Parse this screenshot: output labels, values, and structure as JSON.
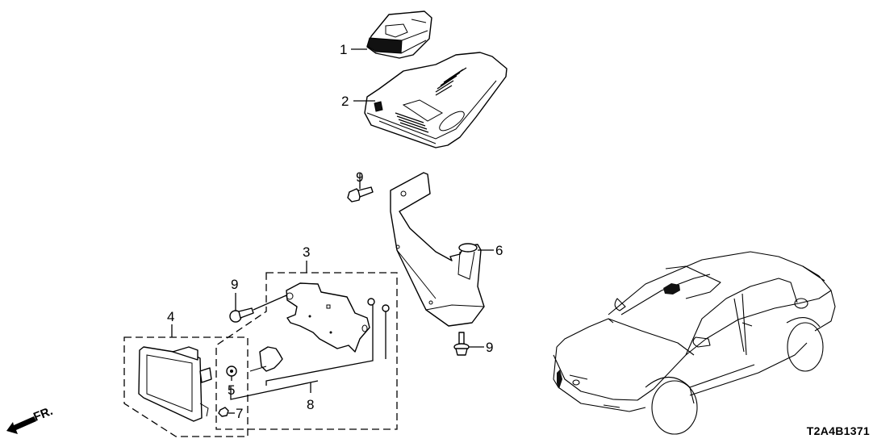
{
  "diagram": {
    "callouts": [
      {
        "id": "1",
        "label": "1",
        "part": "camera-unit"
      },
      {
        "id": "2",
        "label": "2",
        "part": "camera-cover"
      },
      {
        "id": "3",
        "label": "3",
        "part": "radar-bracket-kit"
      },
      {
        "id": "4",
        "label": "4",
        "part": "radar-unit-kit"
      },
      {
        "id": "5",
        "label": "5",
        "part": "clip"
      },
      {
        "id": "6",
        "label": "6",
        "part": "camera-bracket"
      },
      {
        "id": "7",
        "label": "7",
        "part": "nut"
      },
      {
        "id": "8",
        "label": "8",
        "part": "connector-bracket"
      },
      {
        "id": "9a",
        "label": "9",
        "part": "bolt"
      },
      {
        "id": "9b",
        "label": "9",
        "part": "bolt"
      },
      {
        "id": "9c",
        "label": "9",
        "part": "bolt"
      }
    ],
    "direction_indicator": "FR.",
    "drawing_code": "T2A4B1371"
  }
}
